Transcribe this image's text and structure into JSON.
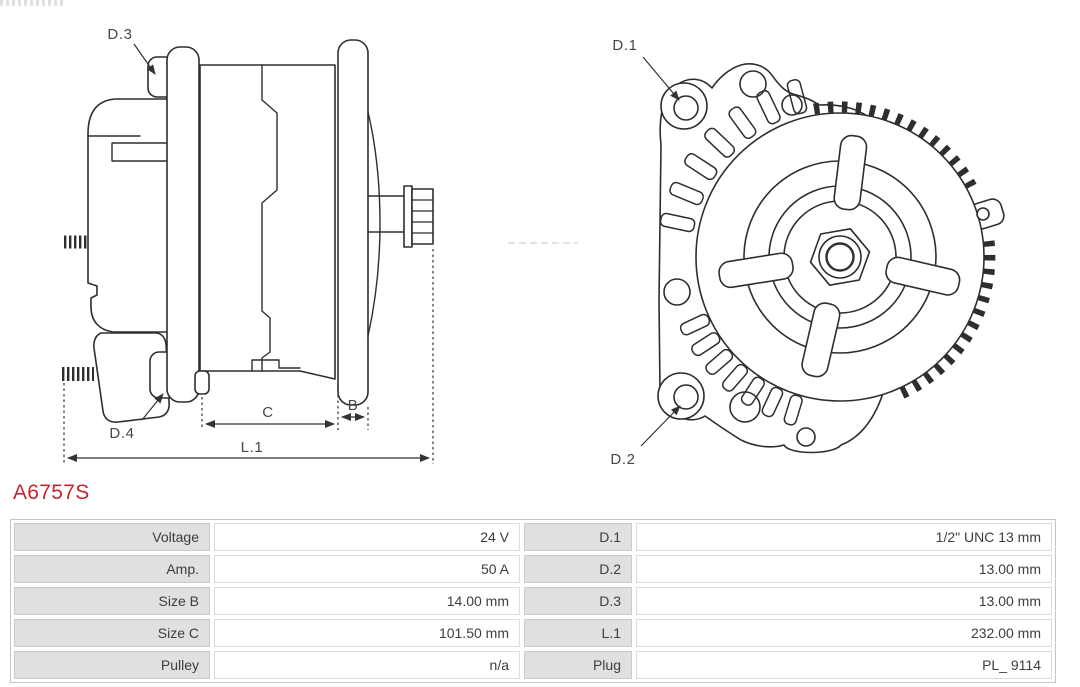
{
  "part_number": "A6757S",
  "colors": {
    "accent_red": "#c4272e",
    "table_label_gray": "#e0e0e0",
    "line_ink": "#2e2e2e"
  },
  "diagram": {
    "side_view_labels": {
      "d3": "D.3",
      "d4": "D.4",
      "c": "C",
      "b": "B",
      "l1": "L.1"
    },
    "front_view_labels": {
      "d1": "D.1",
      "d2": "D.2"
    }
  },
  "spec_table": {
    "rows": [
      {
        "label_left": "Voltage",
        "value_left": "24 V",
        "label_right": "D.1",
        "value_right": "1/2\" UNC 13 mm"
      },
      {
        "label_left": "Amp.",
        "value_left": "50 A",
        "label_right": "D.2",
        "value_right": "13.00 mm"
      },
      {
        "label_left": "Size B",
        "value_left": "14.00 mm",
        "label_right": "D.3",
        "value_right": "13.00 mm"
      },
      {
        "label_left": "Size C",
        "value_left": "101.50 mm",
        "label_right": "L.1",
        "value_right": "232.00 mm"
      },
      {
        "label_left": "Pulley",
        "value_left": "n/a",
        "label_right": "Plug",
        "value_right": "PL_ 9114"
      }
    ]
  }
}
